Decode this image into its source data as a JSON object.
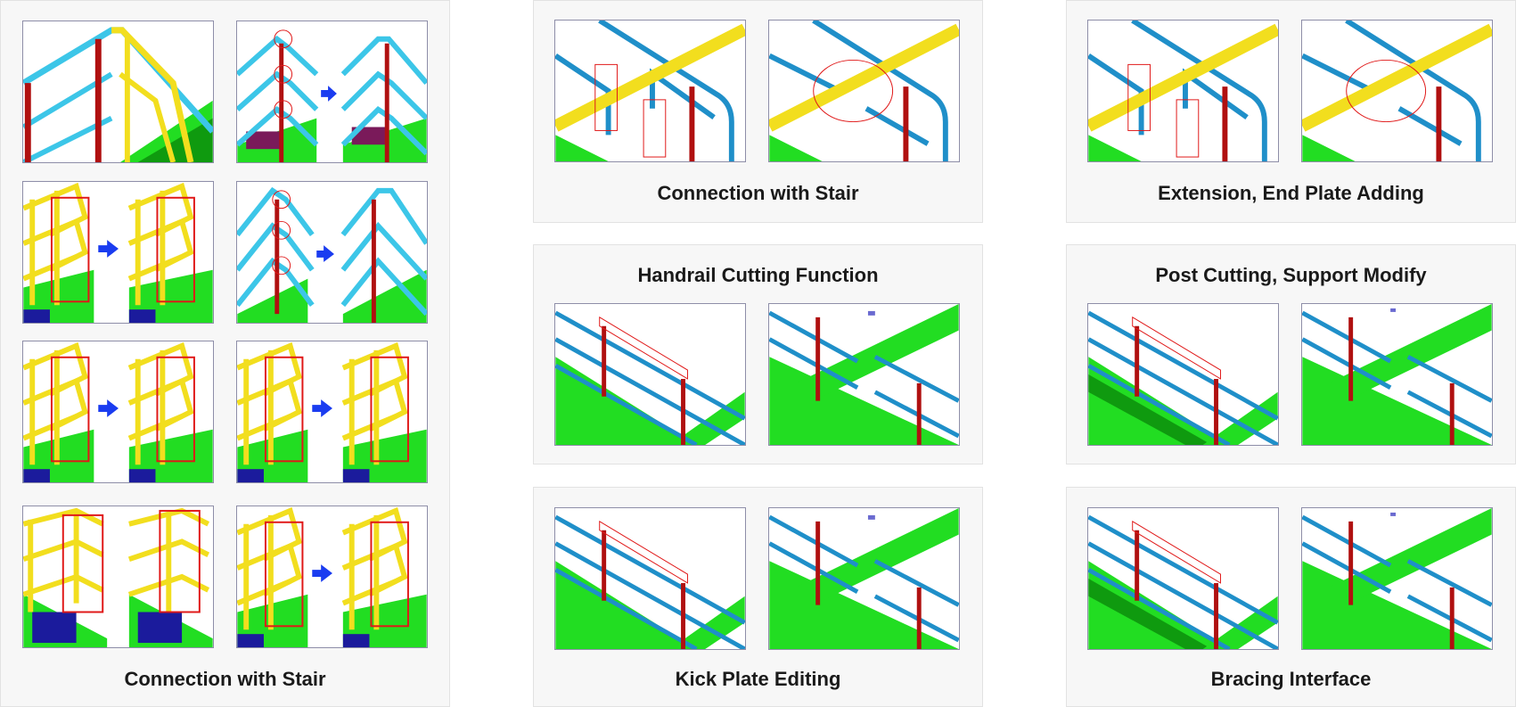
{
  "captions": {
    "left": "Connection with Stair",
    "top_mid": "Connection with Stair",
    "top_right": "Extension, End Plate Adding",
    "mid_mid": "Handrail Cutting Function",
    "mid_right": "Post Cutting, Support Modify",
    "bot_mid": "Kick Plate Editing",
    "bot_right": "Bracing Interface"
  },
  "colors": {
    "rail_yellow": "#f2de1e",
    "rail_cyan": "#3cc6e8",
    "rail_blue": "#1f8fc9",
    "post_red": "#b01010",
    "stair_green": "#22dd22",
    "stair_dark_green": "#0f9a0f",
    "arrow_blue": "#1a3cf0",
    "base_navy": "#1b1b9c",
    "highlight_red": "#e01818"
  },
  "icons": {
    "arrow": "right-arrow-icon"
  }
}
